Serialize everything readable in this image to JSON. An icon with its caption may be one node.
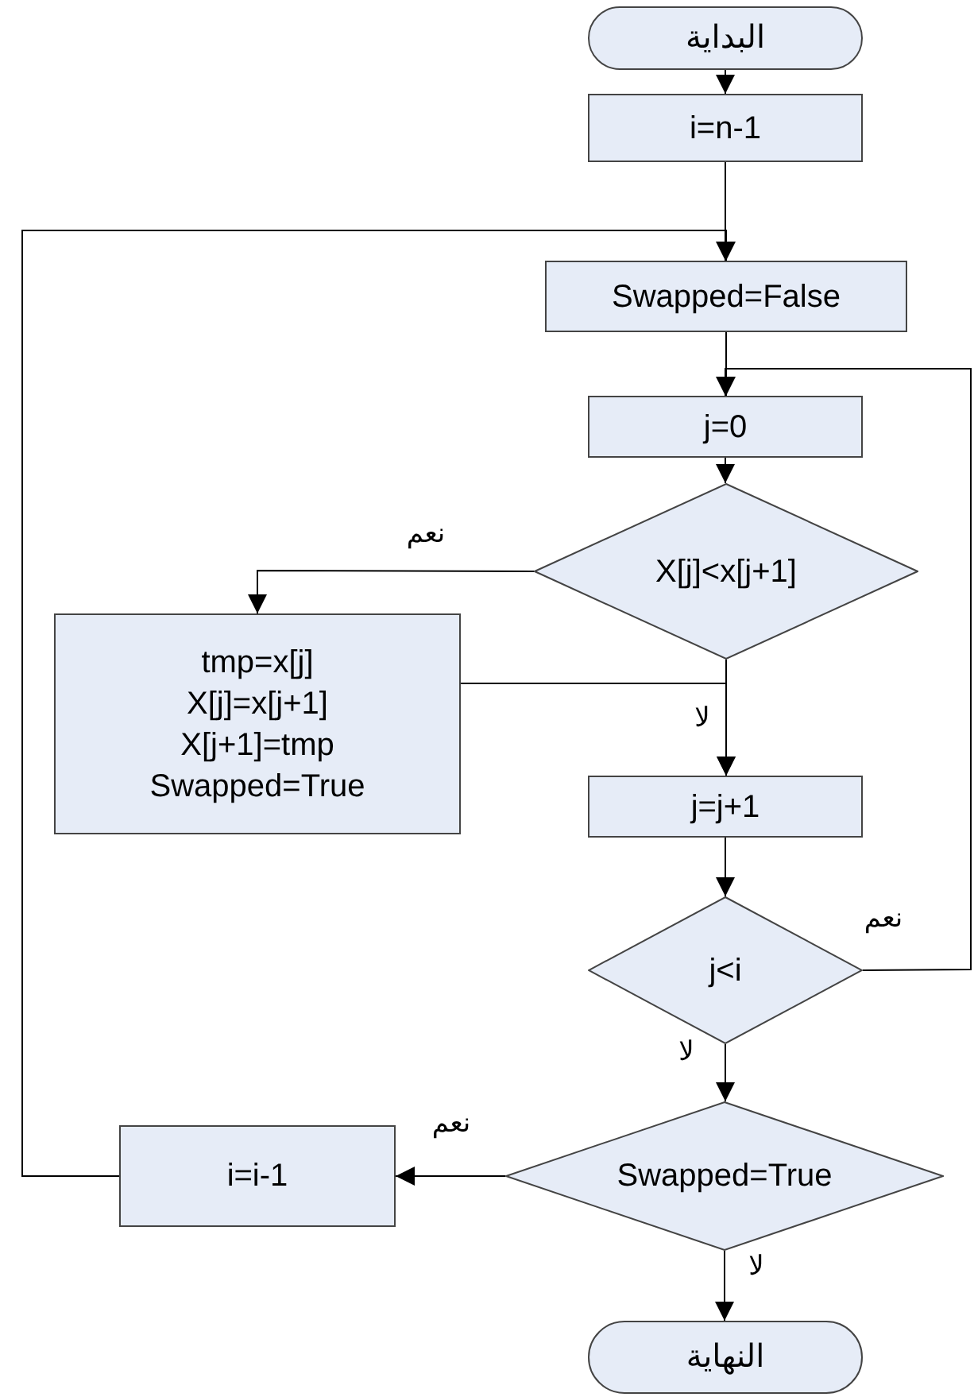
{
  "diagram": {
    "nodes": [
      {
        "text": [
          "البداية"
        ]
      },
      {
        "text": [
          "i=n-1"
        ]
      },
      {
        "text": [
          "Swapped=False"
        ]
      },
      {
        "text": [
          "j=0"
        ]
      },
      {
        "text": [
          "X[j]<x[j+1]"
        ]
      },
      {
        "text": [
          "tmp=x[j]",
          "X[j]=x[j+1]",
          "X[j+1]=tmp",
          "Swapped=True"
        ]
      },
      {
        "text": [
          "j=j+1"
        ]
      },
      {
        "text": [
          "j<i"
        ]
      },
      {
        "text": [
          "Swapped=True"
        ]
      },
      {
        "text": [
          "i=i-1"
        ]
      },
      {
        "text": [
          "النهاية"
        ]
      }
    ],
    "edges": [
      {
        "from": 0,
        "to": 1,
        "arrow": "to"
      },
      {
        "from": 1,
        "to": 2,
        "arrow": "to"
      },
      {
        "from": 9,
        "to": 2,
        "arrow": "to"
      },
      {
        "from": 2,
        "to": 3,
        "arrow": "to"
      },
      {
        "from": 7,
        "to": 3,
        "arrow": "to",
        "label": "نعم"
      },
      {
        "from": 3,
        "to": 4,
        "arrow": "to"
      },
      {
        "from": 4,
        "to": 5,
        "arrow": "to",
        "label": "نعم"
      },
      {
        "from": 4,
        "to": 6,
        "arrow": "to",
        "label": "لا"
      },
      {
        "from": 5,
        "to": 6,
        "arrow": "to"
      },
      {
        "from": 6,
        "to": 7,
        "arrow": "to"
      },
      {
        "from": 7,
        "to": 8,
        "arrow": "to",
        "label": "لا"
      },
      {
        "from": 8,
        "to": 9,
        "arrow": "to",
        "label": "نعم"
      },
      {
        "from": 8,
        "to": 10,
        "arrow": "to",
        "label": "لا"
      }
    ]
  }
}
